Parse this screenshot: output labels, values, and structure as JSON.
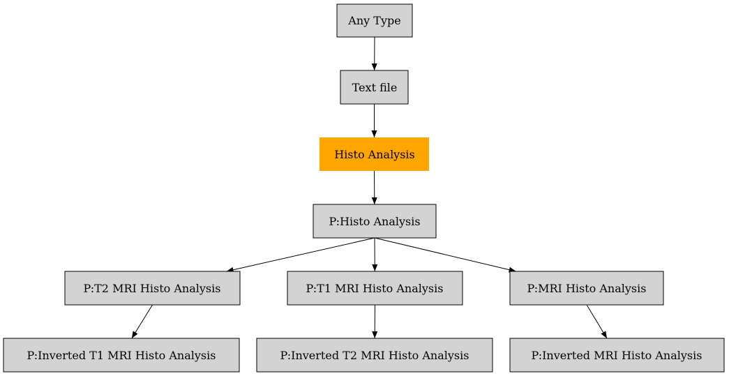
{
  "colors": {
    "default_fill": "#d3d3d3",
    "highlight_fill": "#ffa500",
    "stroke": "#000000"
  },
  "nodes": {
    "any_type": {
      "label": "Any Type",
      "highlighted": false
    },
    "text_file": {
      "label": "Text file",
      "highlighted": false
    },
    "histo_analysis": {
      "label": "Histo Analysis",
      "highlighted": true
    },
    "p_histo_analysis": {
      "label": "P:Histo Analysis",
      "highlighted": false
    },
    "p_t2_mri": {
      "label": "P:T2 MRI Histo Analysis",
      "highlighted": false
    },
    "p_t1_mri": {
      "label": "P:T1 MRI Histo Analysis",
      "highlighted": false
    },
    "p_mri": {
      "label": "P:MRI Histo Analysis",
      "highlighted": false
    },
    "p_inv_t1_mri": {
      "label": "P:Inverted T1 MRI Histo Analysis",
      "highlighted": false
    },
    "p_inv_t2_mri": {
      "label": "P:Inverted T2 MRI Histo Analysis",
      "highlighted": false
    },
    "p_inv_mri": {
      "label": "P:Inverted MRI Histo Analysis",
      "highlighted": false
    }
  },
  "edges": [
    {
      "from": "any_type",
      "to": "text_file"
    },
    {
      "from": "text_file",
      "to": "histo_analysis"
    },
    {
      "from": "histo_analysis",
      "to": "p_histo_analysis"
    },
    {
      "from": "p_histo_analysis",
      "to": "p_t2_mri"
    },
    {
      "from": "p_histo_analysis",
      "to": "p_t1_mri"
    },
    {
      "from": "p_histo_analysis",
      "to": "p_mri"
    },
    {
      "from": "p_t2_mri",
      "to": "p_inv_t1_mri"
    },
    {
      "from": "p_t1_mri",
      "to": "p_inv_t2_mri"
    },
    {
      "from": "p_mri",
      "to": "p_inv_mri"
    }
  ]
}
